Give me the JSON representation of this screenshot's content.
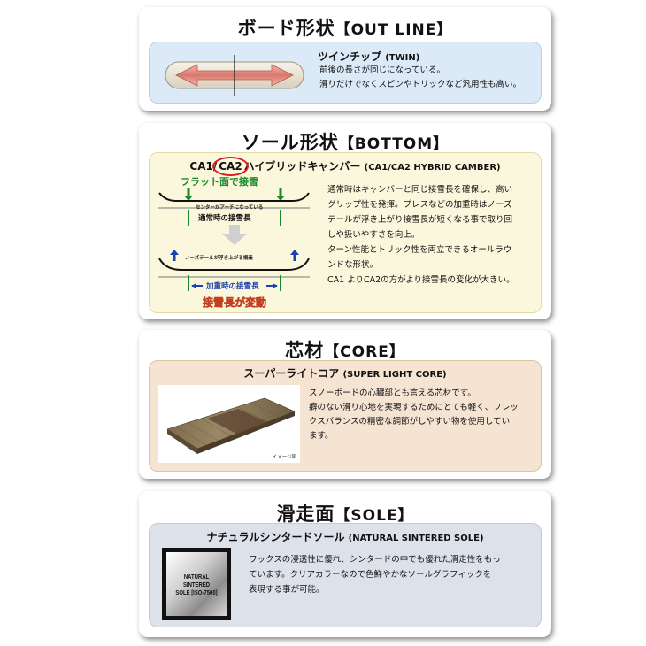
{
  "outline": {
    "title_jp": "ボード形状",
    "title_en": "【OUT LINE】",
    "panel_title_jp": "ツインチップ",
    "panel_title_en": "(TWIN)",
    "desc": [
      "前後の長さが同じになっている。",
      "滑りだけでなくスピンやトリックなど汎用性も高い。"
    ]
  },
  "bottom": {
    "title_jp": "ソール形状",
    "title_en": "【BOTTOM】",
    "panel_title_pre": "CA1/",
    "panel_title_circled": "CA2",
    "panel_title_jp": "ハイブリッドキャンバー",
    "panel_title_en": "(CA1/CA2 HYBRID CAMBER)",
    "diagram": {
      "flat_label": "フラット面で接雪",
      "center_arch_label": "センターがアーチになっている",
      "normal_contact_label": "通常時の接雪長",
      "nose_lift_label": "ノーズテールが浮き上がる構造",
      "load_contact_label": "加重時の接雪長",
      "change_label": "接雪長が変動",
      "colors": {
        "green_arrow": "#1a8a2a",
        "blue_arrow": "#1d3fb0",
        "circle": "#d42020",
        "change_text": "#e05a3a"
      }
    },
    "desc": [
      "通常時はキャンバーと同じ接雪長を確保し、高い",
      "グリップ性を発揮。プレスなどの加重時はノーズ",
      "テールが浮き上がり接雪長が短くなる事で取り回",
      "しや扱いやすさを向上。",
      "ターン性能とトリック性を両立できるオールラウ",
      "ンドな形状。",
      "CA1 よりCA2の方がより接雪長の変化が大きい。"
    ]
  },
  "core": {
    "title_jp": "芯材",
    "title_en": "【CORE】",
    "panel_title_jp": "スーパーライトコア",
    "panel_title_en": "(SUPER LIGHT CORE)",
    "image_caption": "イメージ図",
    "desc": [
      "スノーボードの心臓部とも言える芯材です。",
      "癖のない滑り心地を実現するためにとても軽く、フレッ",
      "クスバランスの精密な調節がしやすい物を使用してい",
      "ます。"
    ]
  },
  "sole": {
    "title_jp": "滑走面",
    "title_en": "【SOLE】",
    "panel_title_jp": "ナチュラルシンタードソール",
    "panel_title_en": "(NATURAL SINTERED SOLE)",
    "badge_line1": "NATURAL SINTERED",
    "badge_line2": "SOLE [ISO-7500]",
    "desc": [
      "ワックスの浸透性に優れ、シンタードの中でも優れた滑走性をもっ",
      "ています。クリアカラーなので色鮮やかなソールグラフィックを",
      "表現する事が可能。"
    ]
  }
}
